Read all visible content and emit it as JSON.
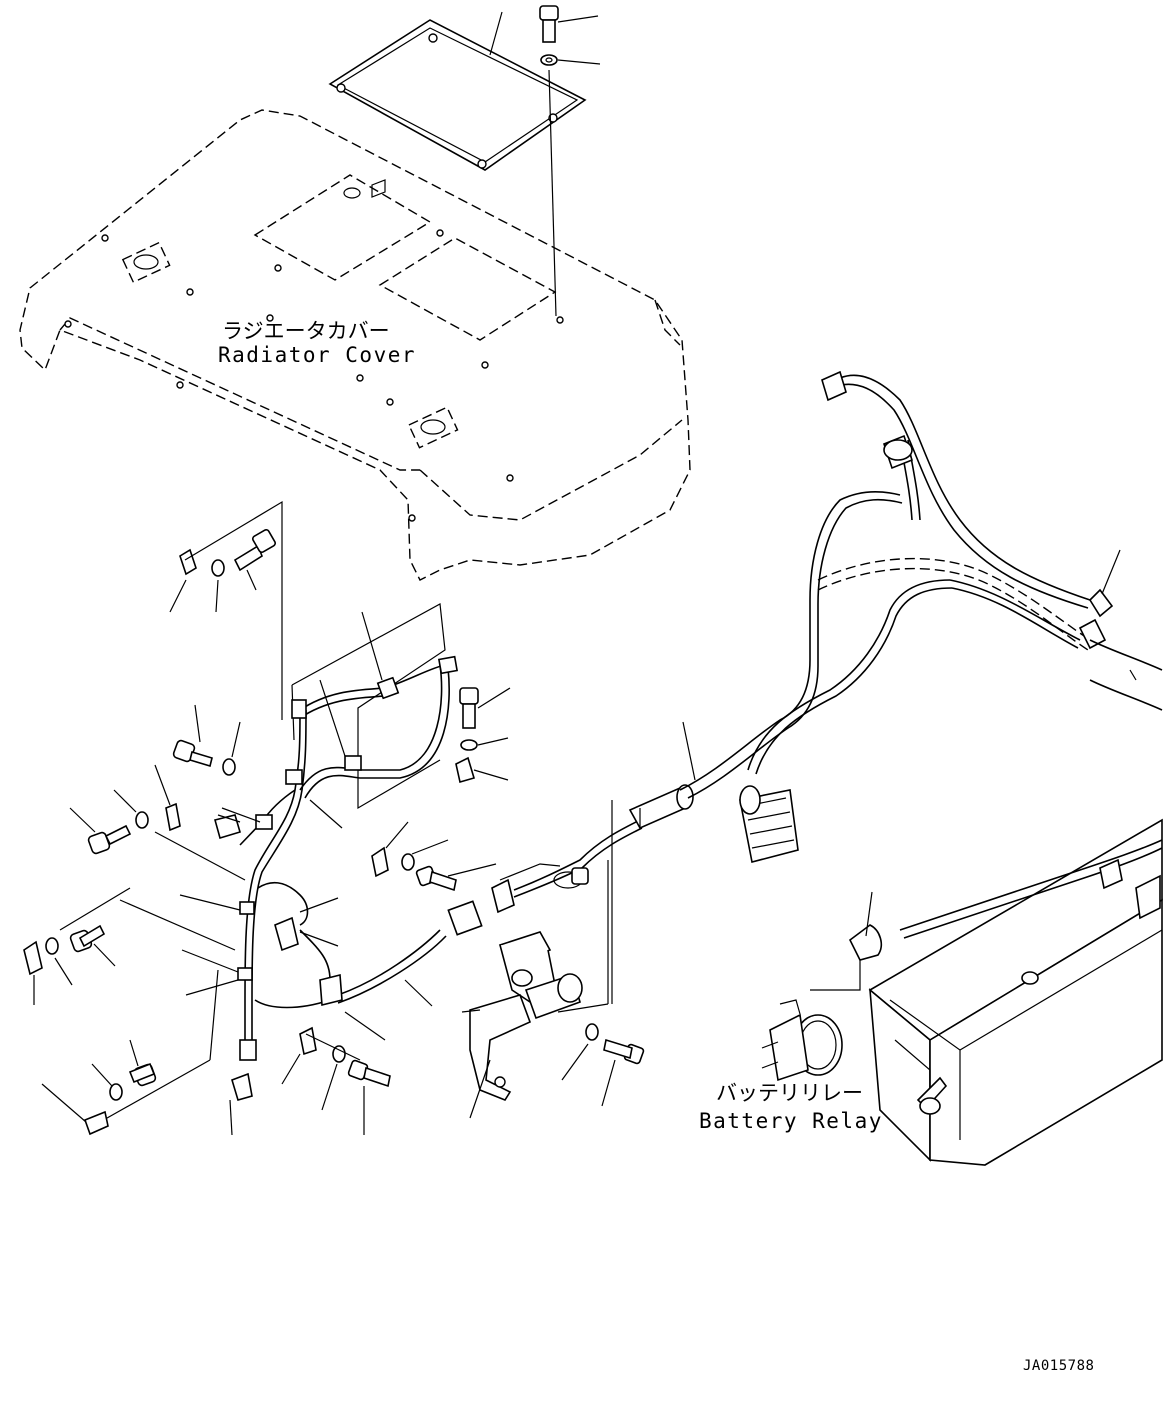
{
  "labels": {
    "radiator_cover_jp": "ラジエータカバー",
    "radiator_cover_en": "Radiator Cover",
    "battery_relay_jp": "バッテリリレー",
    "battery_relay_en": "Battery Relay",
    "drawing_id": "JA015788"
  }
}
